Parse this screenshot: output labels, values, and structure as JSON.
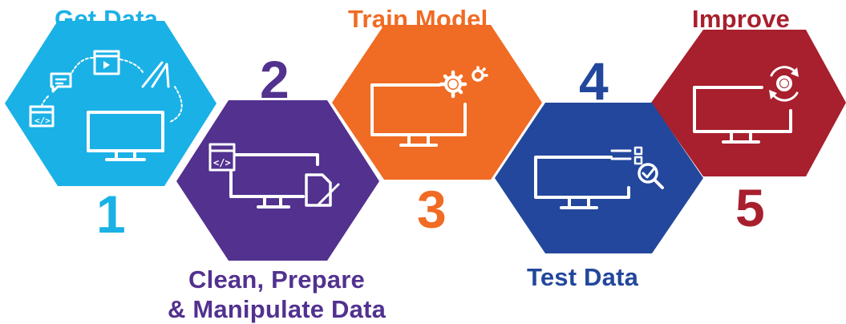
{
  "colors": {
    "step1": "#1ab1e6",
    "step2": "#52318f",
    "step3": "#f06b23",
    "step4": "#22479c",
    "step5": "#a81f2d",
    "icon": "#ffffff"
  },
  "steps": [
    {
      "number": "1",
      "title": "Get Data",
      "icon": "monitor-with-data-sources-icon"
    },
    {
      "number": "2",
      "title": "Clean, Prepare",
      "title2": "& Manipulate Data",
      "icon": "monitor-with-code-and-document-icon"
    },
    {
      "number": "3",
      "title": "Train Model",
      "icon": "monitor-with-gears-icon"
    },
    {
      "number": "4",
      "title": "Test Data",
      "icon": "monitor-with-search-check-icon"
    },
    {
      "number": "5",
      "title": "Improve",
      "icon": "monitor-with-refresh-gear-icon"
    }
  ]
}
